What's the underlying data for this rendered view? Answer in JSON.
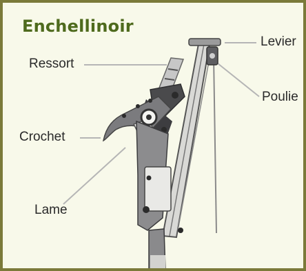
{
  "diagram": {
    "title": "Enchellinoir",
    "labels": {
      "levier": "Levier",
      "ressort": "Ressort",
      "poulie": "Poulie",
      "crochet": "Crochet",
      "lame": "Lame"
    },
    "colors": {
      "frame_border": "#7b7a3a",
      "background": "#f8f9ea",
      "title": "#4e6a1d",
      "tool_dark": "#4a4a4c",
      "tool_mid": "#7b7b7e",
      "leader_line": "#b5b5b5"
    }
  }
}
